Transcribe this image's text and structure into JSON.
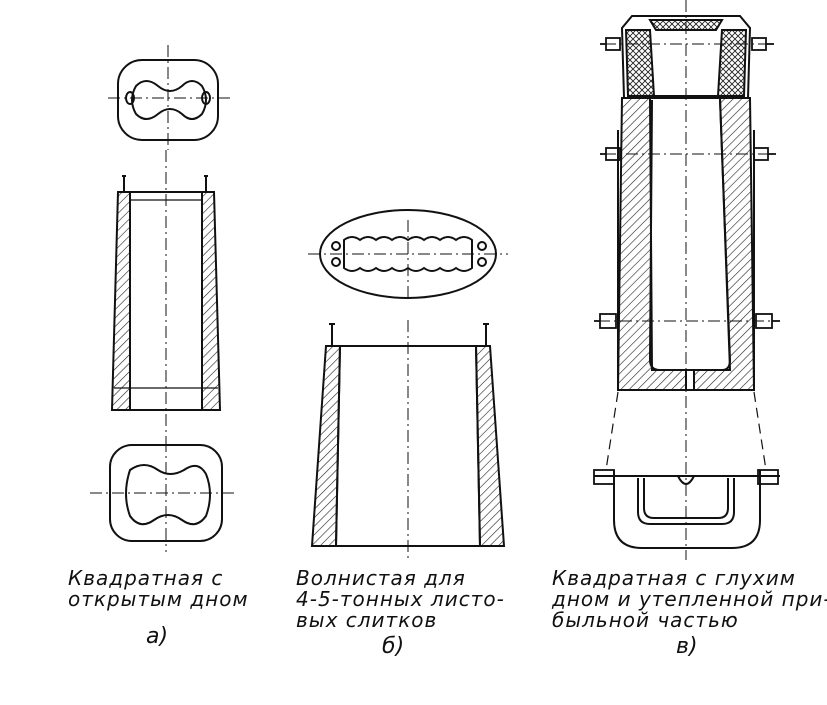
{
  "figures": [
    {
      "id": "a",
      "caption_lines": [
        "Квадратная с",
        "открытым дном"
      ],
      "letter": "а)"
    },
    {
      "id": "b",
      "caption_lines": [
        "Волнистая для",
        "4-5-тонных листо-",
        "вых слитков"
      ],
      "letter": "б)"
    },
    {
      "id": "v",
      "caption_lines": [
        "Квадратная с глухим",
        "дном и утепленной при-",
        "быльной частью"
      ],
      "letter": "в)"
    }
  ]
}
